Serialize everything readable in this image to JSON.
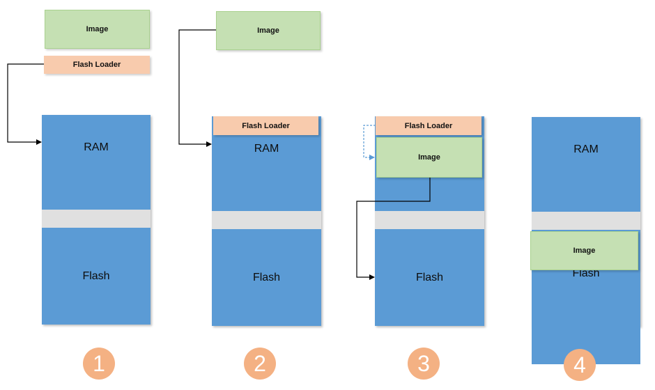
{
  "labels": {
    "image": "Image",
    "flash_loader": "Flash Loader",
    "ram": "RAM",
    "flash": "Flash"
  },
  "steps": [
    "1",
    "2",
    "3",
    "4"
  ],
  "colors": {
    "ram_flash": "#5b9bd5",
    "gap": "#e0e0e0",
    "image": "#c5e0b3",
    "flash_loader": "#f8cbad",
    "step_circle": "#f4b183",
    "dotted_arrow": "#5b9bd5"
  }
}
